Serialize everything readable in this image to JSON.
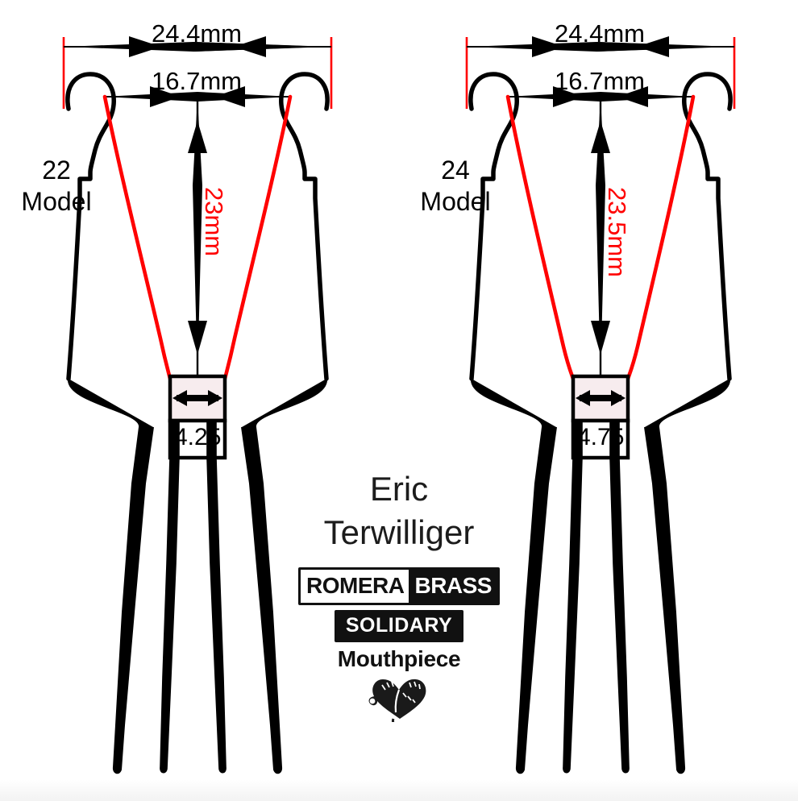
{
  "page": {
    "background_color": "#ffffff",
    "accent_color": "#ff0000",
    "line_color": "#000000",
    "throat_fill_color": "#f7ecee"
  },
  "mouthpieces": [
    {
      "model_number": "22",
      "model_word": "Model",
      "rim_outer_diameter": "24.4mm",
      "rim_inner_diameter": "16.7mm",
      "cup_depth": "23mm",
      "throat_size": "4.25"
    },
    {
      "model_number": "24",
      "model_word": "Model",
      "rim_outer_diameter": "24.4mm",
      "rim_inner_diameter": "16.7mm",
      "cup_depth": "23.5mm",
      "throat_size": "4.75"
    }
  ],
  "credit": {
    "name_line1": "Eric",
    "name_line2": "Terwilliger"
  },
  "logo": {
    "brand_part1": "ROMERA",
    "brand_part2": "BRASS",
    "tagline": "SOLIDARY",
    "product": "Mouthpiece",
    "heart_icon": "heart-doodle-icon"
  }
}
